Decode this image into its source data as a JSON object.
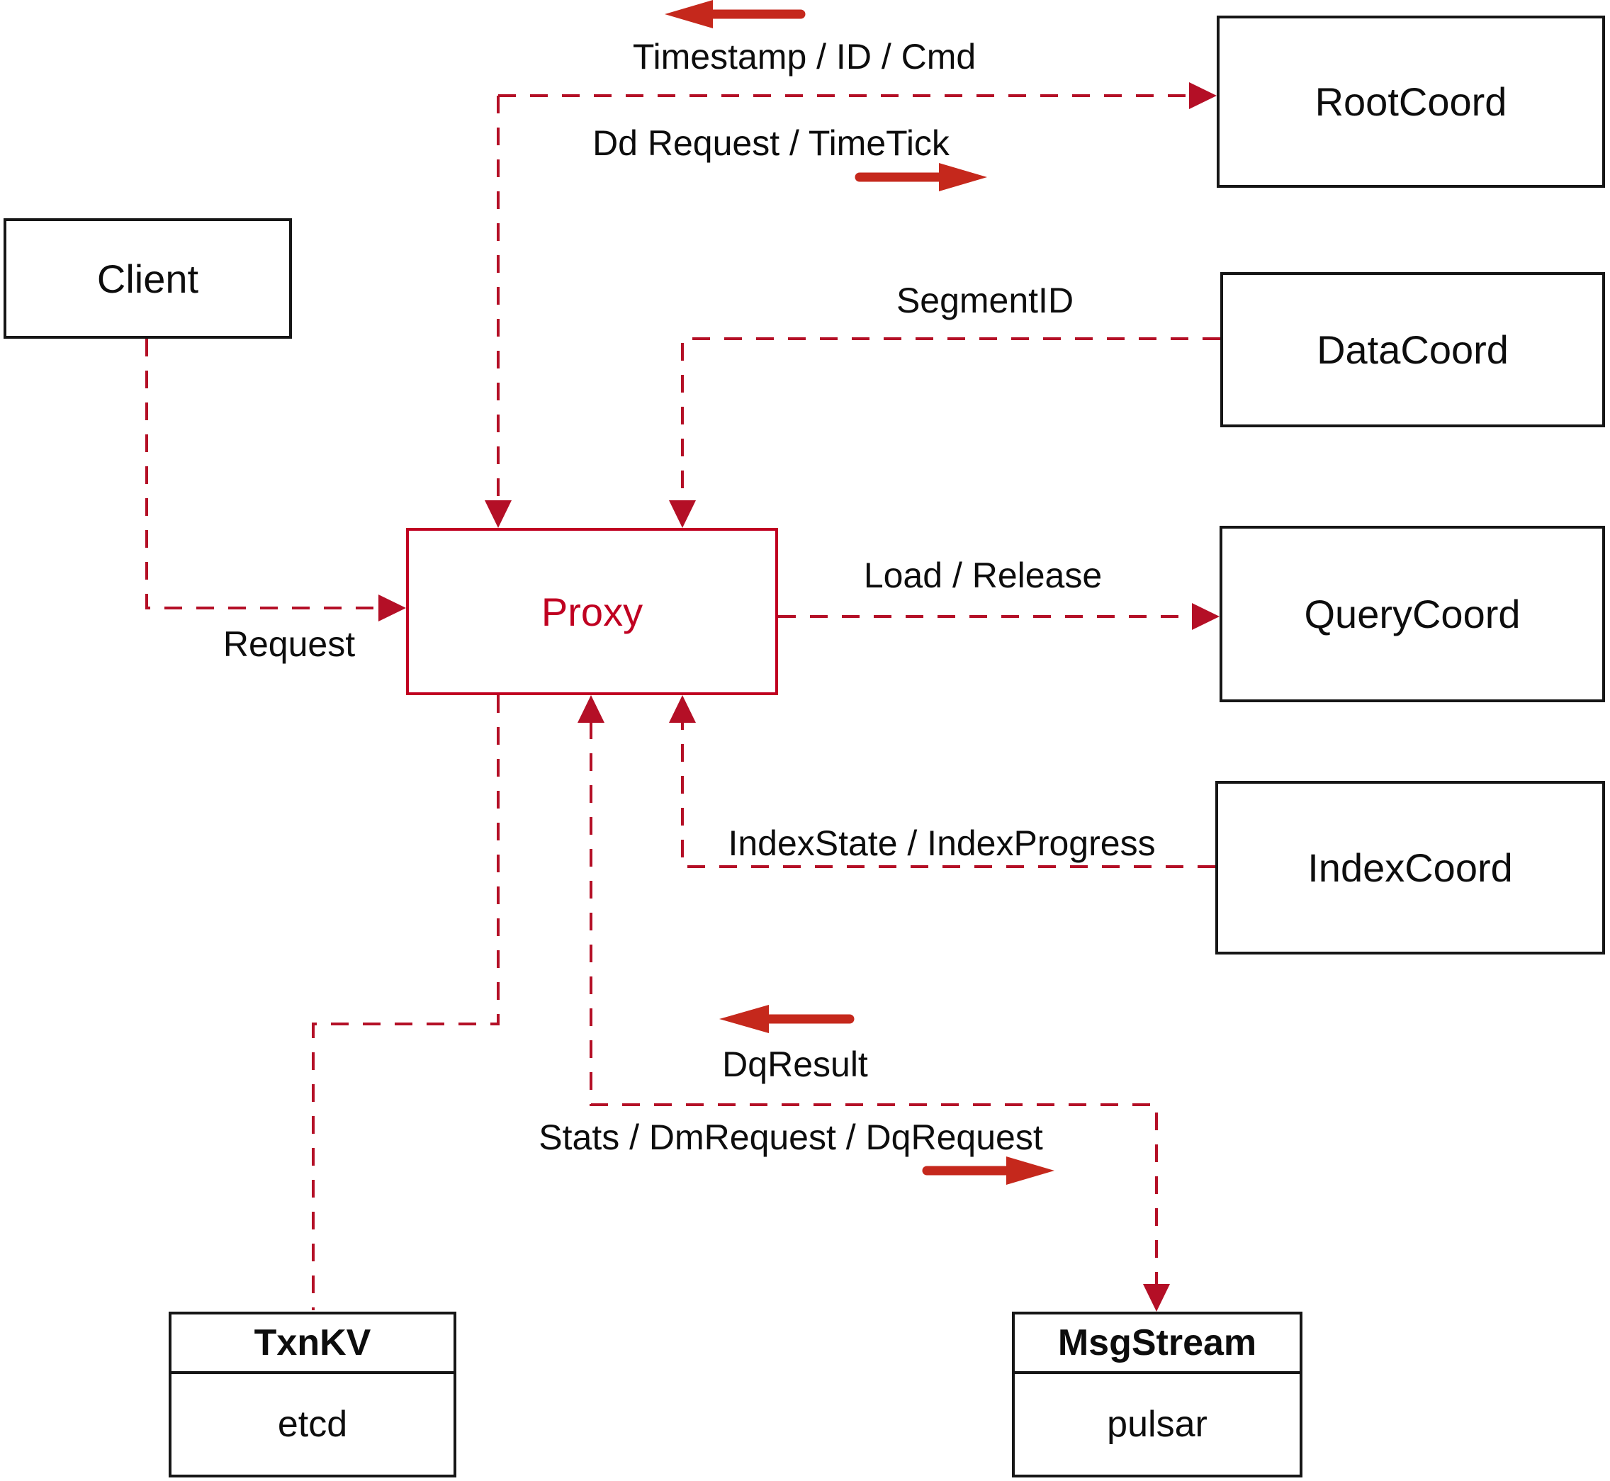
{
  "nodes": {
    "client": {
      "label": "Client"
    },
    "rootcoord": {
      "label": "RootCoord"
    },
    "datacoord": {
      "label": "DataCoord"
    },
    "querycoord": {
      "label": "QueryCoord"
    },
    "indexcoord": {
      "label": "IndexCoord"
    },
    "proxy": {
      "label": "Proxy"
    },
    "txnkv": {
      "title": "TxnKV",
      "sub": "etcd"
    },
    "msgstream": {
      "title": "MsgStream",
      "sub": "pulsar"
    }
  },
  "edge_labels": {
    "timestamp": "Timestamp / ID / Cmd",
    "dd_request": "Dd Request / TimeTick",
    "segment_id": "SegmentID",
    "load_release": "Load / Release",
    "request": "Request",
    "index_state": "IndexState / IndexProgress",
    "dq_result": "DqResult",
    "stats": "Stats / DmRequest / DqRequest"
  },
  "colors": {
    "line-red": "#b40f26",
    "arrow-red": "#c5281c",
    "proxy-red": "#c00021",
    "box-border": "#161616",
    "ink": "#0d0d0d",
    "bg": "#ffffff"
  }
}
